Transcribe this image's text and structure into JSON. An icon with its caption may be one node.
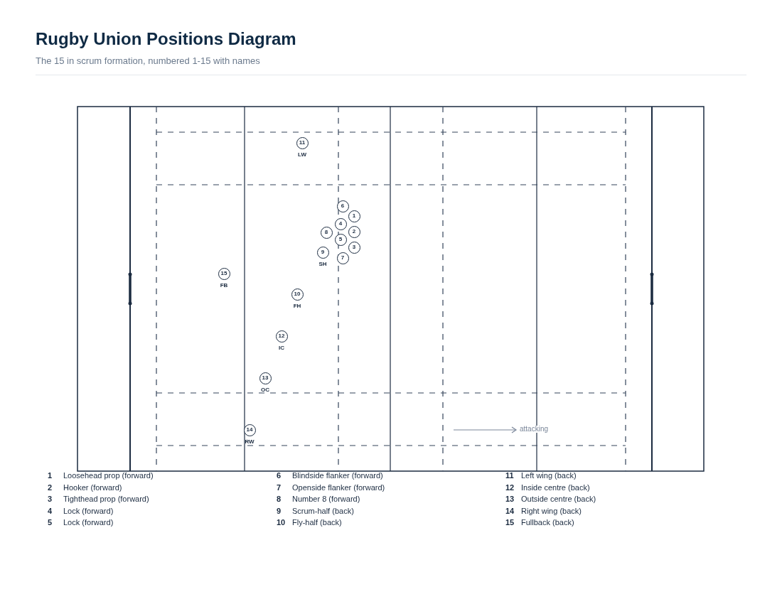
{
  "diagram": {
    "title": "Rugby Union Positions Diagram",
    "caption": "The 15 in scrum formation, numbered 1-15 with names",
    "nodes": [
      {
        "text": [
          "1"
        ]
      },
      {
        "text": [
          "2"
        ]
      },
      {
        "text": [
          "3"
        ]
      },
      {
        "text": [
          "4"
        ]
      },
      {
        "text": [
          "5"
        ]
      },
      {
        "text": [
          "6"
        ]
      },
      {
        "text": [
          "7"
        ]
      },
      {
        "text": [
          "8"
        ]
      },
      {
        "text": [
          "9"
        ],
        "beside": [
          "SH"
        ]
      },
      {
        "text": [
          "10"
        ],
        "beside": [
          "FH"
        ]
      },
      {
        "text": [
          "11"
        ],
        "beside": [
          "LW"
        ]
      },
      {
        "text": [
          "12"
        ],
        "beside": [
          "IC"
        ]
      },
      {
        "text": [
          "13"
        ],
        "beside": [
          "OC"
        ]
      },
      {
        "text": [
          "14"
        ],
        "beside": [
          "RW"
        ]
      },
      {
        "text": [
          "15"
        ],
        "beside": [
          "FB"
        ]
      }
    ],
    "edges": [],
    "labels": [
      "attacking",
      "1",
      "Loosehead prop (forward)",
      "6",
      "Blindside flanker (forward)",
      "11",
      "Left wing (back)",
      "2",
      "Hooker (forward)",
      "7",
      "Openside flanker (forward)",
      "12",
      "Inside centre (back)",
      "3",
      "Tighthead prop (forward)",
      "8",
      "Number 8 (forward)",
      "13",
      "Outside centre (back)",
      "4",
      "Lock (forward)",
      "9",
      "Scrum-half (back)",
      "14",
      "Right wing (back)",
      "5",
      "Lock (forward)",
      "10",
      "Fly-half (back)",
      "15",
      "Fullback (back)"
    ]
  }
}
